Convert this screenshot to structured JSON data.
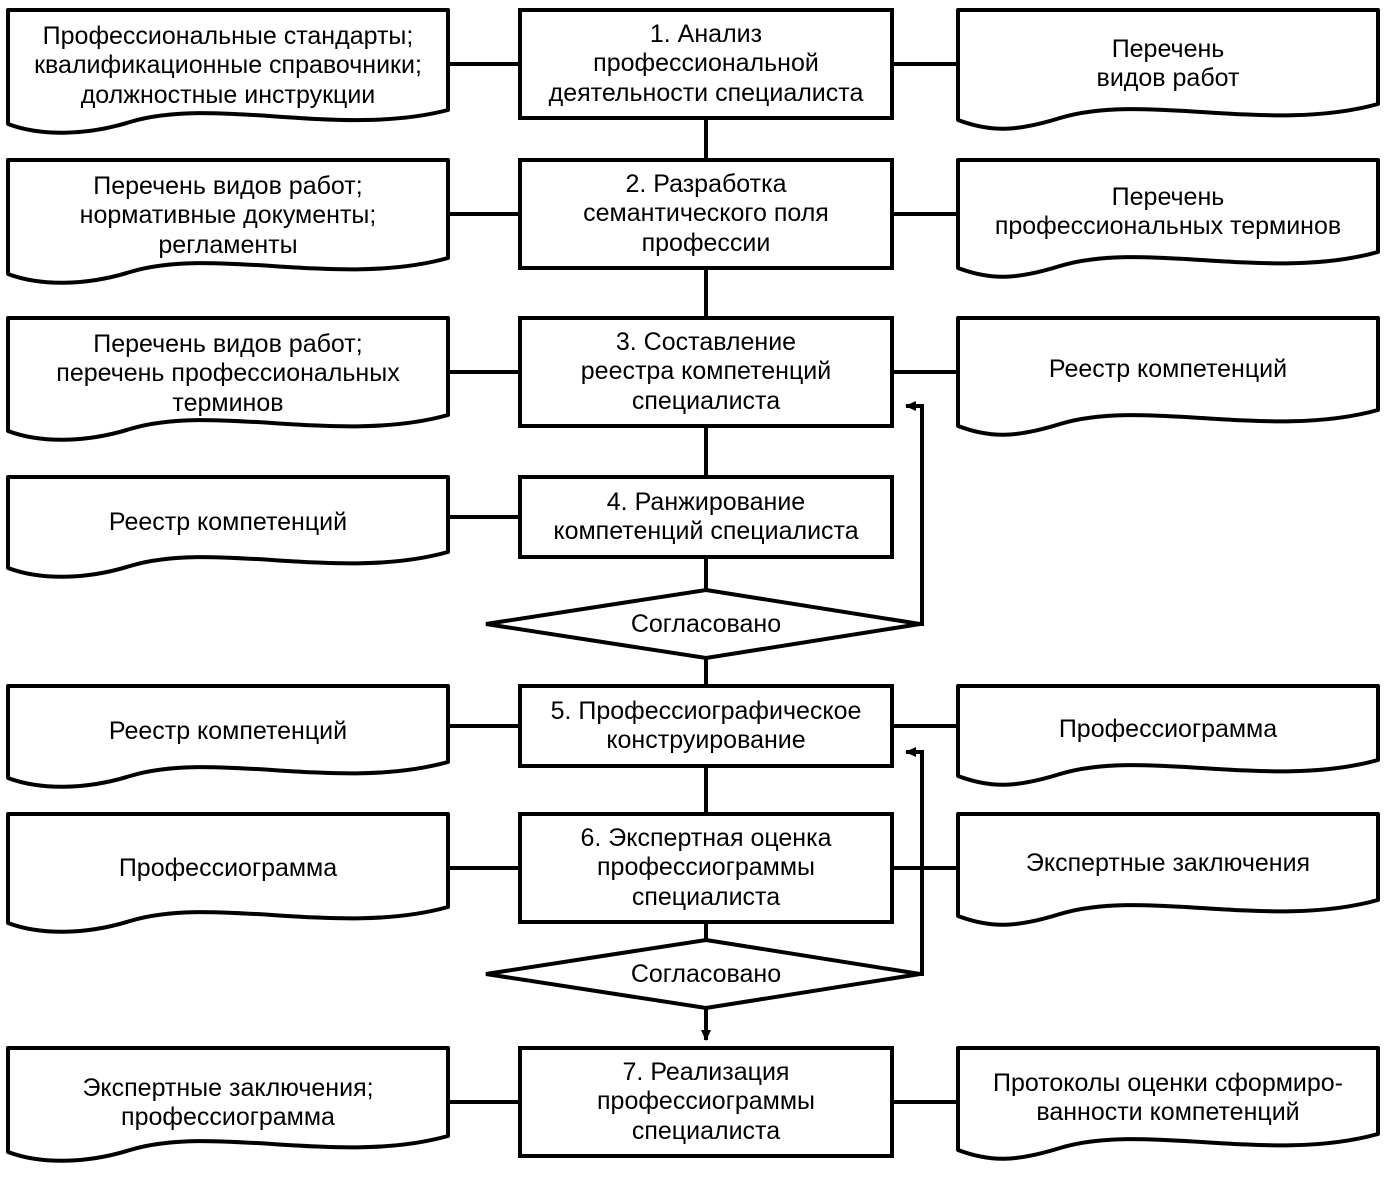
{
  "diagram": {
    "title": "",
    "colors": {
      "stroke": "#000000",
      "fill": "#ffffff",
      "text": "#000000"
    },
    "rows": [
      {
        "id": "row-1",
        "input": "Профессиональные стандарты;\nквалификационные справочники;\nдолжностные инструкции",
        "process": "1. Анализ\nпрофессиональной\nдеятельности специалиста",
        "output": "Перечень\nвидов работ"
      },
      {
        "id": "row-2",
        "input": "Перечень видов работ;\nнормативные документы;\nрегламенты",
        "process": "2. Разработка\nсемантического поля\nпрофессии",
        "output": "Перечень\nпрофессиональных терминов"
      },
      {
        "id": "row-3",
        "input": "Перечень видов работ;\nперечень профессиональных\nтерминов",
        "process": "3. Составление\nреестра компетенций\nспециалиста",
        "output": "Реестр компетенций"
      },
      {
        "id": "row-4",
        "input": "Реестр компетенций",
        "process": "4. Ранжирование\nкомпетенций специалиста",
        "output": ""
      },
      {
        "id": "row-5",
        "input": "Реестр компетенций",
        "process": "5. Профессиографическое\nконструирование",
        "output": "Профессиограмма"
      },
      {
        "id": "row-6",
        "input": "Профессиограмма",
        "process": "6. Экспертная оценка\nпрофессиограммы\nспециалиста",
        "output": "Экспертные заключения"
      },
      {
        "id": "row-7",
        "input": "Экспертные заключения;\nпрофессиограмма",
        "process": "7. Реализация\nпрофессиограммы\nспециалиста",
        "output": "Протоколы оценки сформиро-\nванности компетенций"
      }
    ],
    "decisions": [
      {
        "id": "decision-1",
        "label": "Согласовано"
      },
      {
        "id": "decision-2",
        "label": "Согласовано"
      }
    ]
  }
}
